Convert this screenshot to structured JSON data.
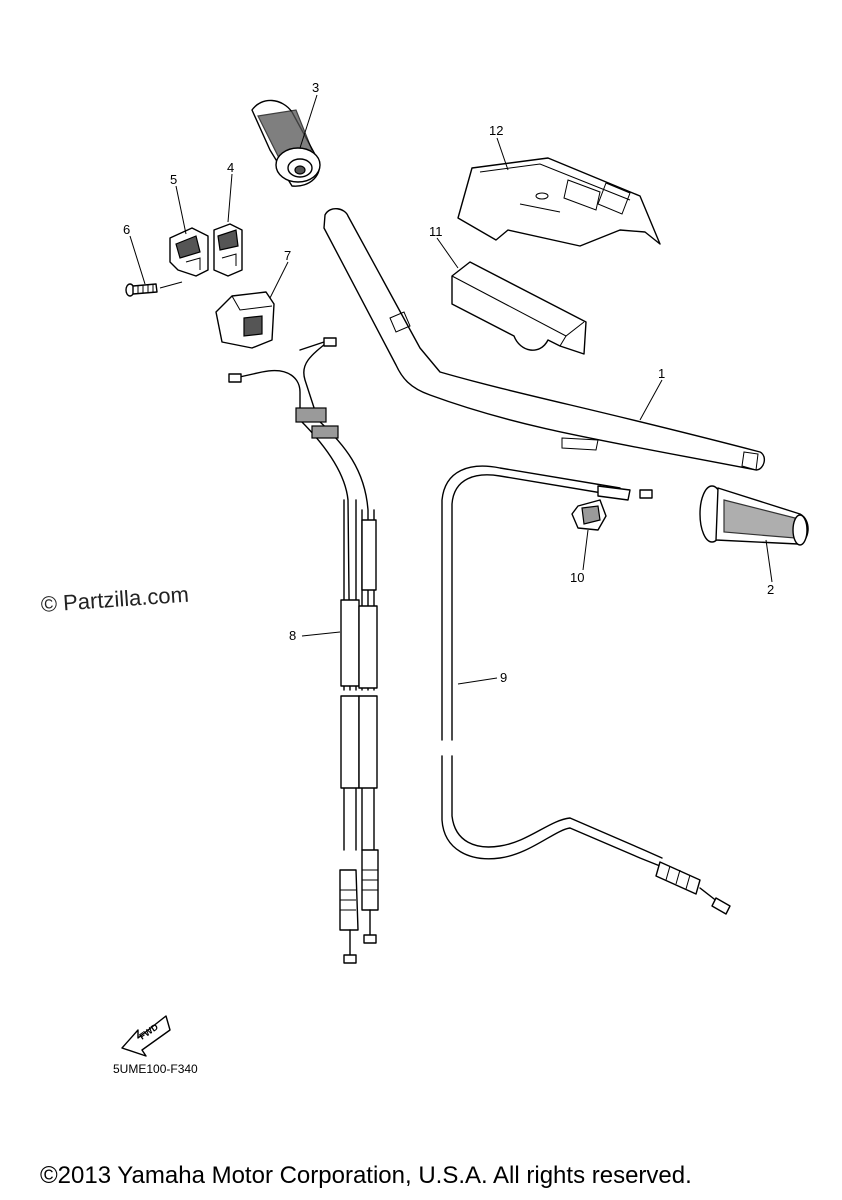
{
  "watermark": "© Partzilla.com",
  "diagram_code": "5UME100-F340",
  "copyright": "©2013 Yamaha Motor Corporation, U.S.A. All rights reserved.",
  "fwd_label": "FWD",
  "callouts": {
    "p1": "1",
    "p2": "2",
    "p3": "3",
    "p4": "4",
    "p5": "5",
    "p6": "6",
    "p7": "7",
    "p8": "8",
    "p9": "9",
    "p10": "10",
    "p11": "11",
    "p12": "12"
  }
}
